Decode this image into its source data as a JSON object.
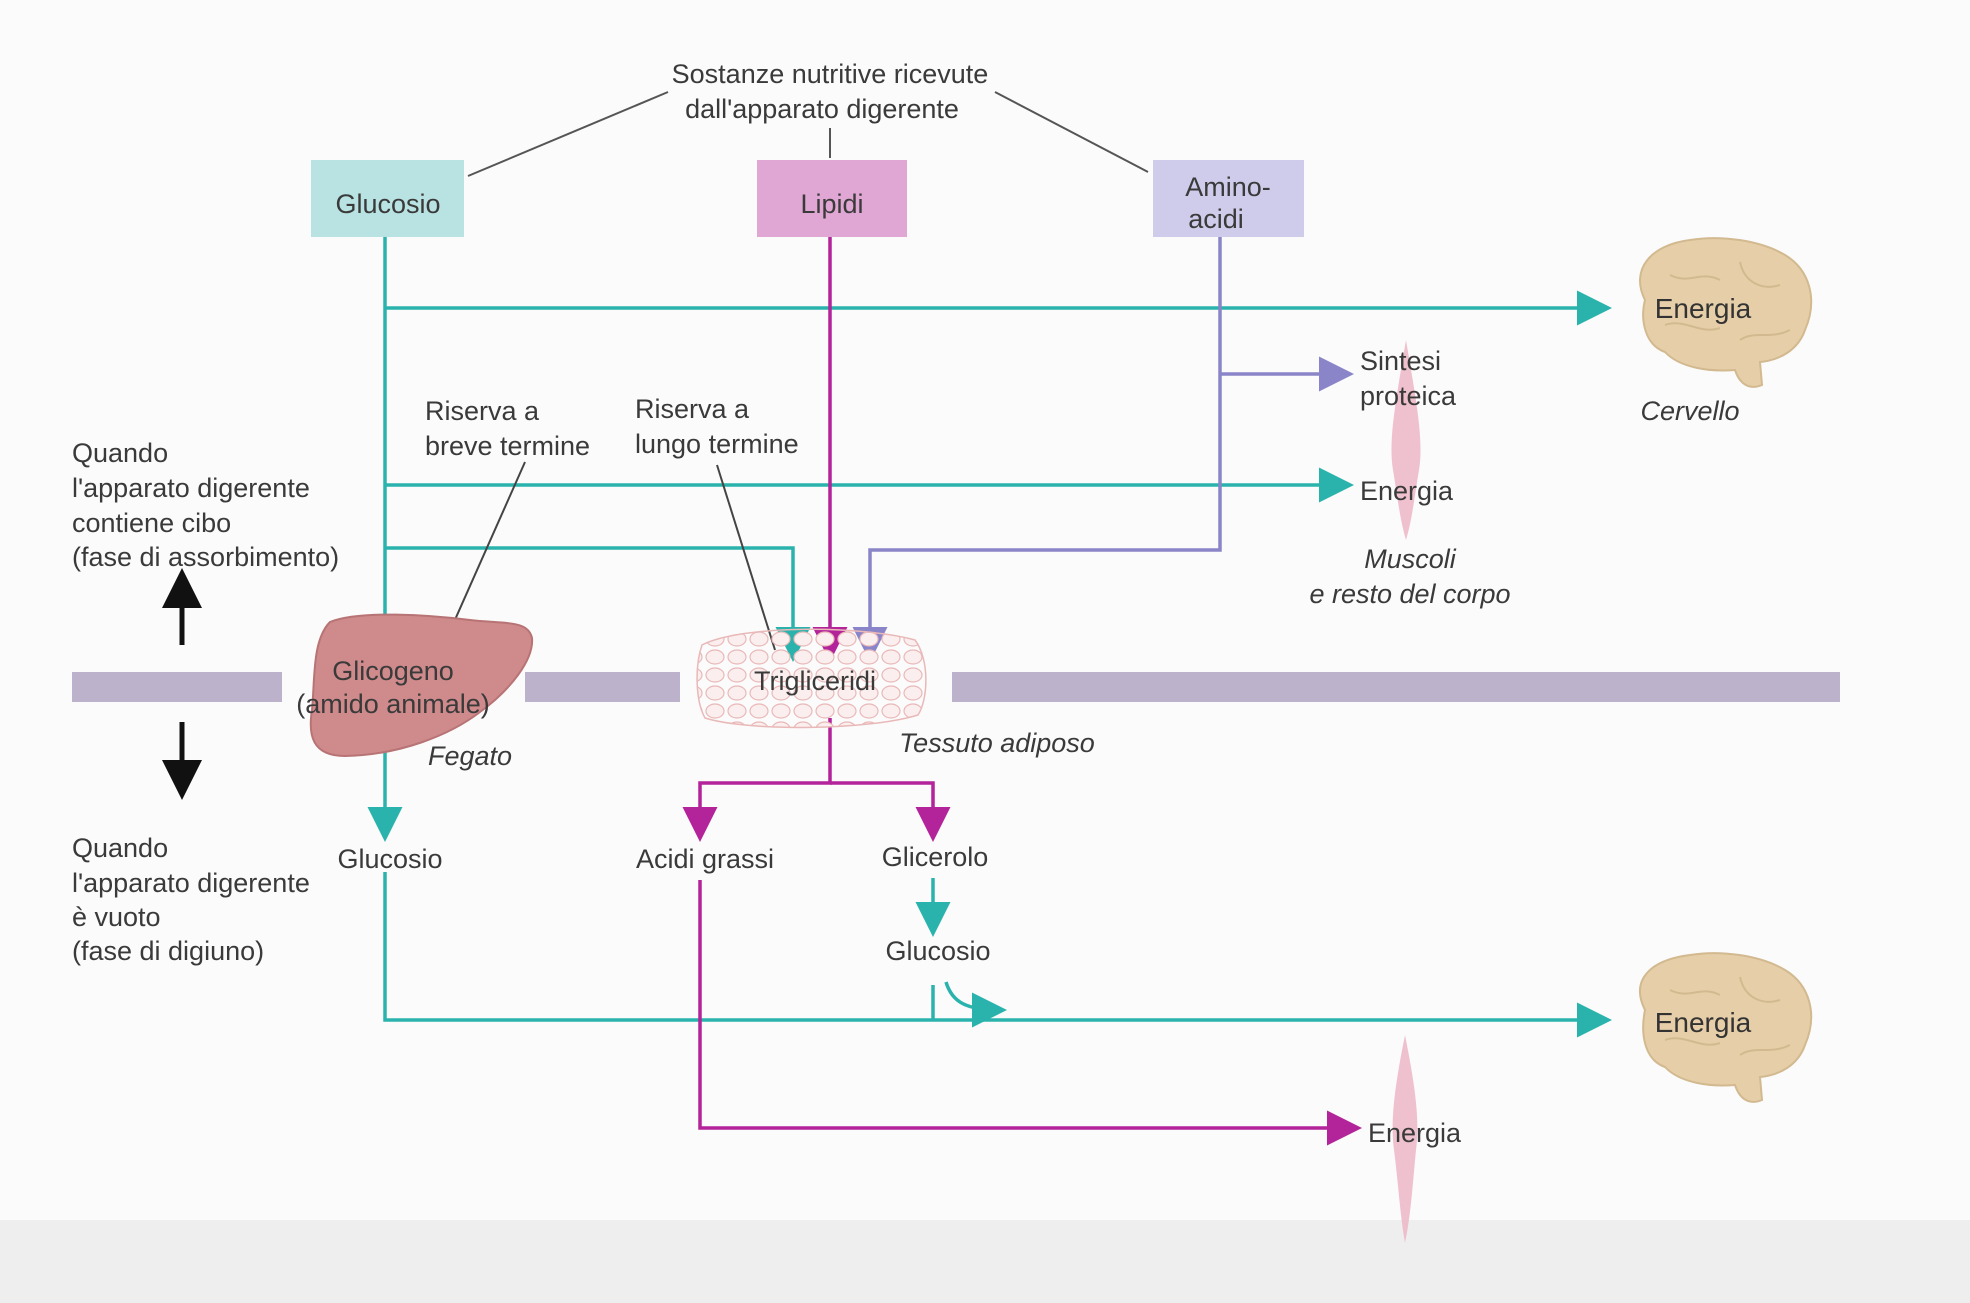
{
  "header": {
    "line1": "Sostanze nutritive ricevute",
    "line2": "dall'apparato digerente"
  },
  "nutrients": {
    "glucose": "Glucosio",
    "lipids": "Lipidi",
    "amino_line1": "Amino-",
    "amino_line2": "acidi"
  },
  "fed_state": {
    "line1": "Quando",
    "line2": "l'apparato digerente",
    "line3": "contiene cibo",
    "line4": "(fase di assorbimento)"
  },
  "fasting_state": {
    "line1": "Quando",
    "line2": "l'apparato digerente",
    "line3": "è vuoto",
    "line4": "(fase di digiuno)"
  },
  "storage": {
    "short_line1": "Riserva a",
    "short_line2": "breve termine",
    "long_line1": "Riserva a",
    "long_line2": "lungo termine"
  },
  "liver": {
    "glycogen_line1": "Glicogeno",
    "glycogen_line2": "(amido animale)",
    "organ": "Fegato"
  },
  "adipose": {
    "triglycerides": "Trigliceridi",
    "tissue": "Tessuto adiposo"
  },
  "products": {
    "glucose_from_liver": "Glucosio",
    "fatty_acids": "Acidi grassi",
    "glycerol": "Glicerolo",
    "glucose_from_glycerol": "Glucosio"
  },
  "targets": {
    "energy_brain_top": "Energia",
    "brain_label": "Cervello",
    "protein_line1": "Sintesi",
    "protein_line2": "proteica",
    "energy_muscle_top": "Energia",
    "muscle_line1": "Muscoli",
    "muscle_line2": "e resto del corpo",
    "energy_brain_bottom": "Energia",
    "energy_muscle_bottom": "Energia"
  },
  "colors": {
    "glucose_path": "#2ab3ac",
    "lipid_path": "#b3239a",
    "amino_path": "#8a84c8",
    "glucose_box": "#b9e2e2",
    "lipid_box": "#e0a6d4",
    "amino_box": "#cfcbea",
    "divider": "#bdb2cb",
    "liver": "#cf8a8c",
    "brain": "#e6cfa8"
  }
}
